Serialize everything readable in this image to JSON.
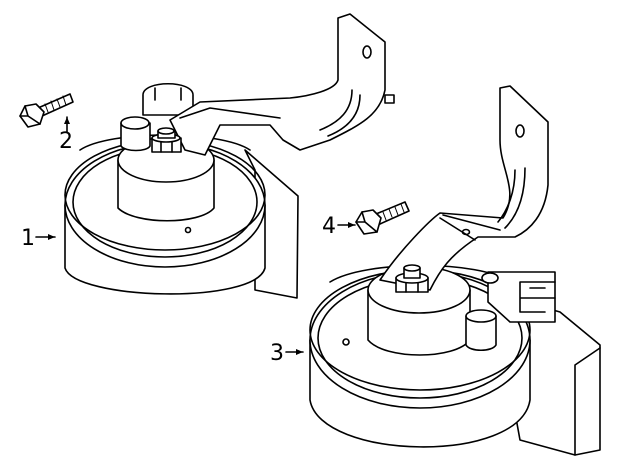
{
  "callouts": {
    "c1": "1",
    "c2": "2",
    "c3": "3",
    "c4": "4"
  }
}
